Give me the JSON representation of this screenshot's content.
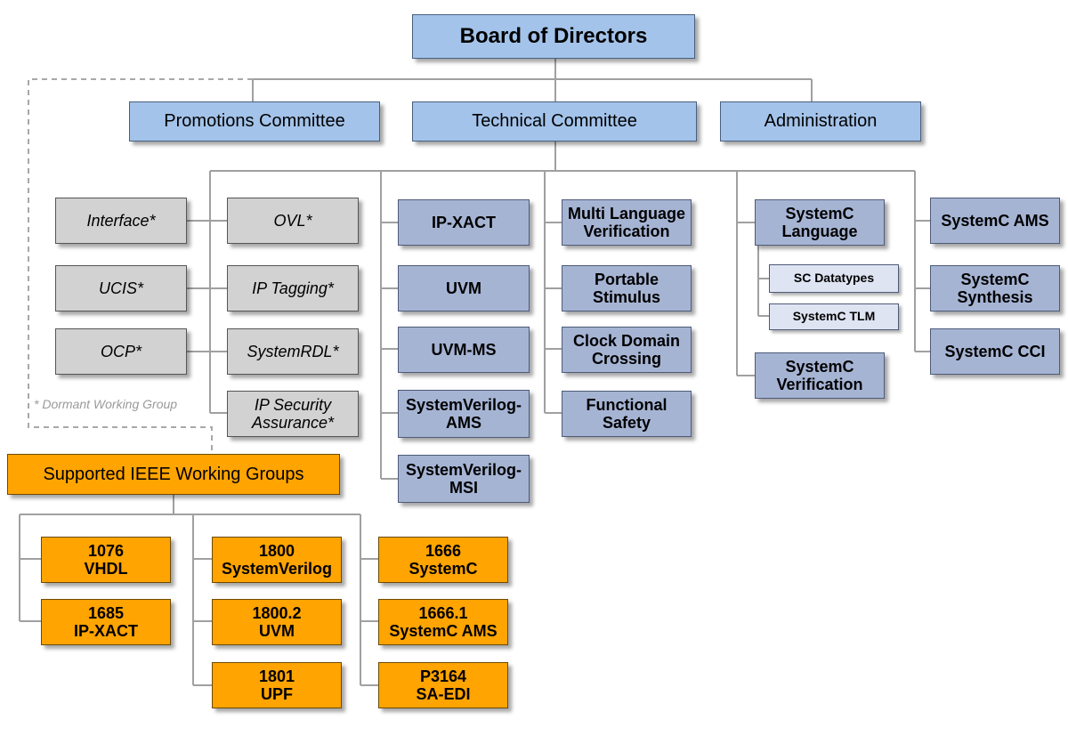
{
  "board": {
    "label": "Board of Directors"
  },
  "committees": {
    "promotions": "Promotions Committee",
    "technical": "Technical Committee",
    "administration": "Administration"
  },
  "dormant_groups": {
    "interface": "Interface*",
    "ovl": "OVL*",
    "ucis": "UCIS*",
    "ip_tagging": "IP Tagging*",
    "ocp": "OCP*",
    "systemrdl": "SystemRDL*",
    "ip_security": "IP Security Assurance*"
  },
  "dormant_note": "* Dormant Working Group",
  "working_groups": {
    "ip_xact": "IP-XACT",
    "uvm": "UVM",
    "uvm_ms": "UVM-MS",
    "sv_ams": "SystemVerilog-AMS",
    "sv_msi": "SystemVerilog-MSI",
    "multi_language": "Multi Language Verification",
    "portable_stimulus": "Portable Stimulus",
    "clock_domain": "Clock Domain Crossing",
    "functional_safety": "Functional Safety",
    "systemc_language": "SystemC Language",
    "sc_datatypes": "SC Datatypes",
    "systemc_tlm": "SystemC TLM",
    "systemc_verification": "SystemC Verification",
    "systemc_ams": "SystemC AMS",
    "systemc_synthesis": "SystemC Synthesis",
    "systemc_cci": "SystemC CCI"
  },
  "ieee": {
    "label": "Supported IEEE Working Groups",
    "standards": {
      "s1076": {
        "number": "1076",
        "name": "VHDL"
      },
      "s1685": {
        "number": "1685",
        "name": "IP-XACT"
      },
      "s1800": {
        "number": "1800",
        "name": "SystemVerilog"
      },
      "s1800_2": {
        "number": "1800.2",
        "name": "UVM"
      },
      "s1801": {
        "number": "1801",
        "name": "UPF"
      },
      "s1666": {
        "number": "1666",
        "name": "SystemC"
      },
      "s1666_1": {
        "number": "1666.1",
        "name": "SystemC AMS"
      },
      "p3164": {
        "number": "P3164",
        "name": "SA-EDI"
      }
    }
  },
  "colors": {
    "committee_fill": "#a3c3ea",
    "working_group_fill": "#a6b4d4",
    "subgroup_fill": "#dfe4f3",
    "dormant_fill": "#d2d2d2",
    "ieee_fill": "#ffa400",
    "connector": "#a0a0a0"
  }
}
